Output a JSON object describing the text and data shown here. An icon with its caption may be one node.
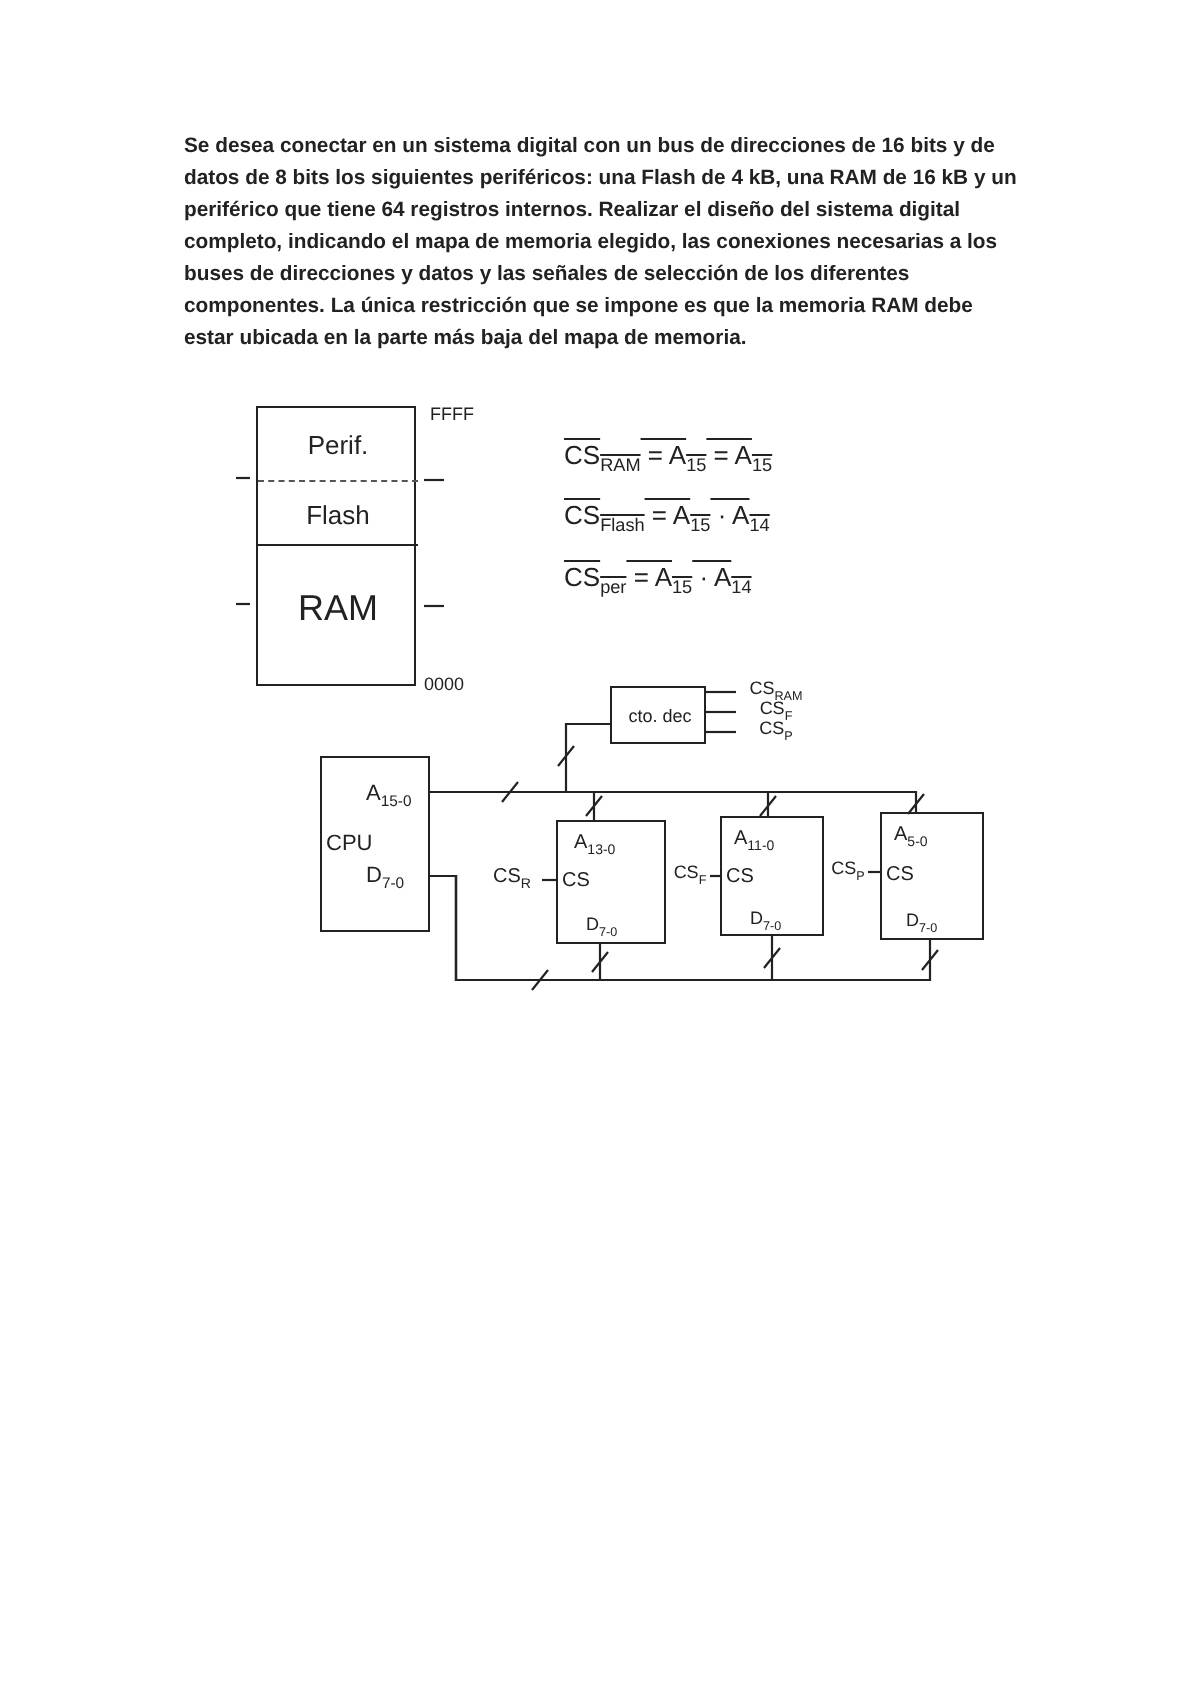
{
  "diagram": {
    "nodes": [
      {
        "text": [],
        "shape": "box"
      },
      {
        "text": [
          "Perif."
        ],
        "in": 0
      },
      {
        "text": [
          "Flash"
        ],
        "in": 0
      },
      {
        "text": [
          "RAM"
        ],
        "in": 0
      },
      {
        "text": [
          "cto. dec"
        ]
      },
      {
        "text": [
          "CS$_{RAM}$"
        ]
      },
      {
        "text": [
          "CS$_{F}$"
        ]
      },
      {
        "text": [
          "CS$_{P}$"
        ]
      },
      {
        "text": [
          "A$_{15-0}$",
          "CPU",
          "D$_{7-0}$"
        ]
      },
      {
        "text": [
          "A$_{13-0}$",
          "CS",
          "D$_{7-0}$"
        ]
      },
      {
        "text": [
          "CS$_{R}$"
        ]
      },
      {
        "text": [
          "A$_{11-0}$",
          "CS",
          "D$_{7-0}$"
        ]
      },
      {
        "text": [
          "CS$_{F}$"
        ]
      },
      {
        "text": [
          "A$_{5-0}$",
          "CS",
          "D$_{7-0}$"
        ]
      },
      {
        "text": [
          "CS$_{P}$"
        ]
      }
    ],
    "edges": [
      {
        "from": 8,
        "to": 4,
        "arrow": "none"
      },
      {
        "from": 8,
        "to": 9,
        "arrow": "none"
      },
      {
        "from": 8,
        "to": 11,
        "arrow": "none"
      },
      {
        "from": 8,
        "to": 13,
        "arrow": "none"
      },
      {
        "from": 8,
        "to": 9,
        "arrow": "none"
      },
      {
        "from": 8,
        "to": 11,
        "arrow": "none"
      },
      {
        "from": 8,
        "to": 13,
        "arrow": "none"
      },
      {
        "from": 4,
        "to": 5,
        "arrow": "none"
      },
      {
        "from": 4,
        "to": 6,
        "arrow": "none"
      },
      {
        "from": 4,
        "to": 7,
        "arrow": "none"
      },
      {
        "from": 10,
        "to": 9,
        "arrow": "none"
      },
      {
        "from": 12,
        "to": 11,
        "arrow": "none"
      },
      {
        "from": 14,
        "to": 13,
        "arrow": "none"
      }
    ],
    "labels": [
      "Se desea conectar en un sistema digital con un bus de direcciones de 16 bits y de datos de 8 bits los siguientes periféricos: una Flash de 4 kB, una RAM de 16 kB y un periférico que tiene 64 registros internos. Realizar el diseño del sistema digital completo, indicando el mapa de memoria elegido, las conexiones necesarias a los buses de direcciones y datos y las señales de selección de los diferentes componentes. La única restricción que se impone es que la memoria RAM debe estar ubicada en la parte más baja del mapa de memoria.",
      "FFFF",
      "0000",
      "CS$_{RAM}$ = A$_{15}$ = A$_{15}$",
      "CS$_{Flash}$ = A$_{15}$ · A$_{14}$",
      "CS$_{per}$ = A$_{15}$ · A$_{14}$"
    ]
  }
}
